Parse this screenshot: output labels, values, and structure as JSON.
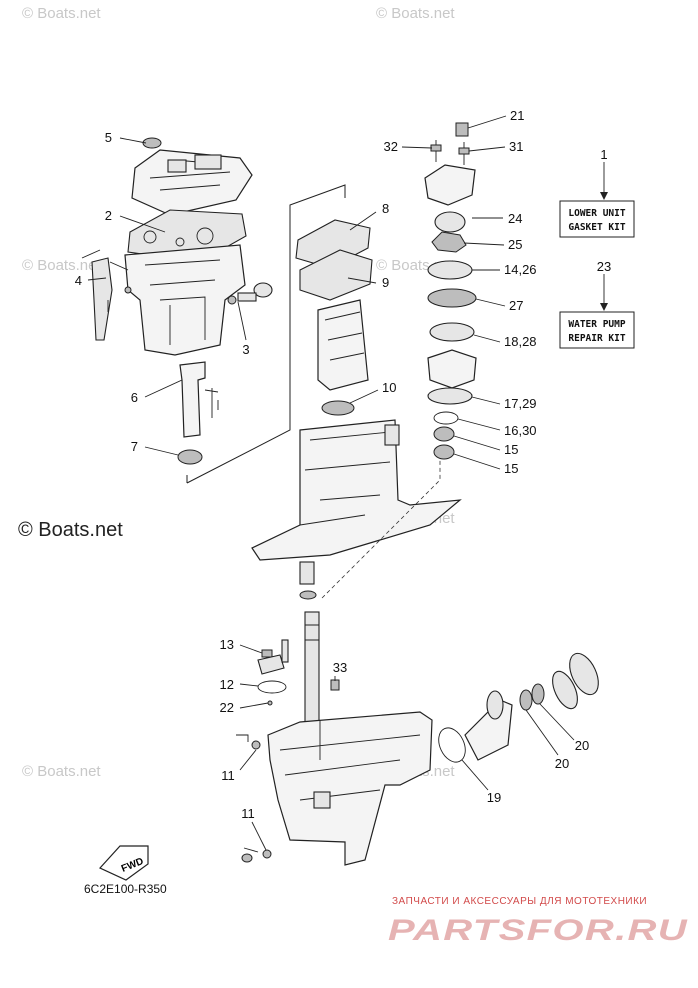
{
  "watermarks": {
    "small": "© Boats.net",
    "large": "© Boats.net"
  },
  "diagram_code": "6C2E100-R350",
  "fwd_label": "FWD",
  "kits": {
    "lower_unit": {
      "number": "1",
      "line1": "LOWER UNIT",
      "line2": "GASKET KIT"
    },
    "water_pump": {
      "number": "23",
      "line1": "WATER PUMP",
      "line2": "REPAIR KIT"
    }
  },
  "callouts": {
    "c5": "5",
    "c2": "2",
    "c4": "4",
    "c3": "3",
    "c6": "6",
    "c7": "7",
    "c8": "8",
    "c9": "9",
    "c10": "10",
    "c21": "21",
    "c32": "32",
    "c31": "31",
    "c24": "24",
    "c25": "25",
    "c1426": "14,26",
    "c27": "27",
    "c1828": "18,28",
    "c1729": "17,29",
    "c1630": "16,30",
    "c15a": "15",
    "c15b": "15",
    "c13": "13",
    "c12": "12",
    "c22": "22",
    "c33": "33",
    "c11a": "11",
    "c11b": "11",
    "c19": "19",
    "c20a": "20",
    "c20b": "20"
  },
  "branding": {
    "tagline": "ЗАПЧАСТИ И АКСЕССУАРЫ ДЛЯ МОТОТЕХНИКИ",
    "name": "PARTSFOR.RU"
  }
}
